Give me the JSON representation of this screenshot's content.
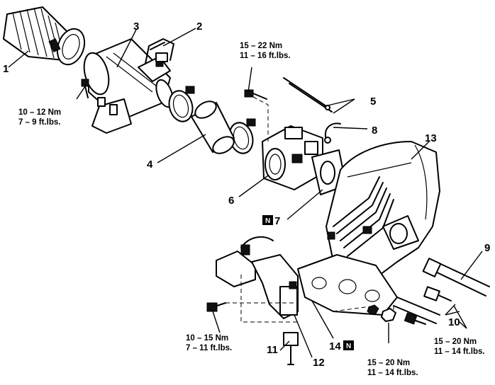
{
  "callouts": {
    "c1": "1",
    "c2": "2",
    "c3": "3",
    "c4": "4",
    "c5": "5",
    "c6": "6",
    "c7": "7",
    "c8": "8",
    "c9": "9",
    "c10": "10",
    "c11": "11",
    "c12": "12",
    "c13": "13",
    "c14": "14"
  },
  "new_part_marker": "N",
  "torque_specs": {
    "top_center": {
      "nm": "15 – 22 Nm",
      "ftlbs": "11 – 16 ft.lbs."
    },
    "left": {
      "nm": "10 – 12 Nm",
      "ftlbs": "7 – 9 ft.lbs."
    },
    "bottom_left": {
      "nm": "10 – 15 Nm",
      "ftlbs": "7 – 11 ft.lbs."
    },
    "bottom_center": {
      "nm": "15 – 20 Nm",
      "ftlbs": "11 – 14 ft.lbs."
    },
    "bottom_right": {
      "nm": "15 – 20 Nm",
      "ftlbs": "11 – 14 ft.lbs."
    }
  }
}
